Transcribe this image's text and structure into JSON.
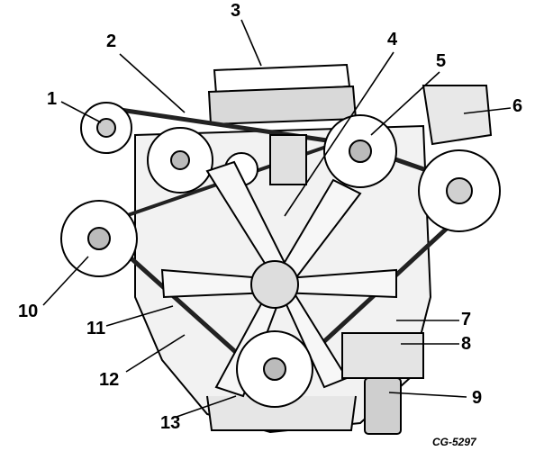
{
  "diagram": {
    "callouts": [
      {
        "id": "1",
        "label": "1"
      },
      {
        "id": "2",
        "label": "2"
      },
      {
        "id": "3",
        "label": "3"
      },
      {
        "id": "4",
        "label": "4"
      },
      {
        "id": "5",
        "label": "5"
      },
      {
        "id": "6",
        "label": "6"
      },
      {
        "id": "7",
        "label": "7"
      },
      {
        "id": "8",
        "label": "8"
      },
      {
        "id": "9",
        "label": "9"
      },
      {
        "id": "10",
        "label": "10"
      },
      {
        "id": "11",
        "label": "11"
      },
      {
        "id": "12",
        "label": "12"
      },
      {
        "id": "13",
        "label": "13"
      }
    ],
    "figure_code": "CG-5297"
  }
}
